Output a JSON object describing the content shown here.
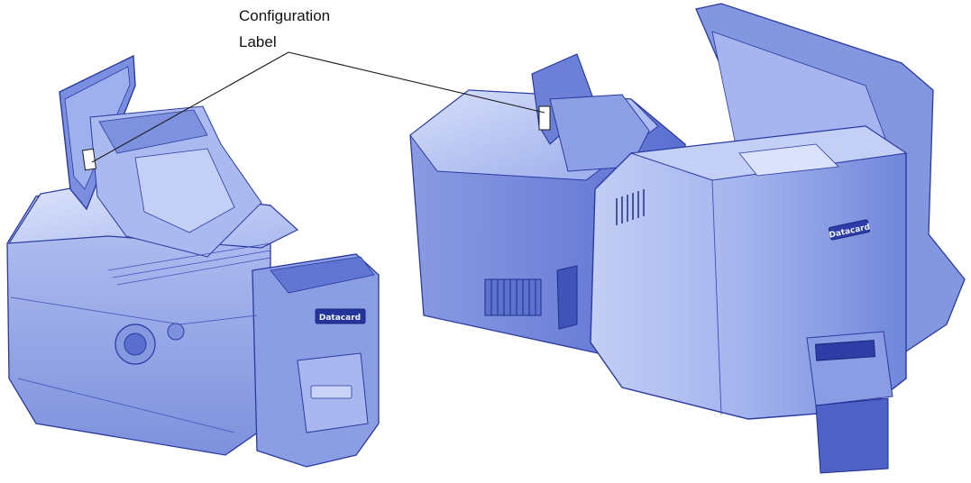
{
  "callout": {
    "line1": "Configuration",
    "line2": "Label"
  },
  "printer_left": {
    "brand_badge": "Datacard"
  },
  "printer_right": {
    "brand_badge": "Datacard"
  },
  "colors": {
    "body_light": "#c9d3f2",
    "body_mid": "#8e9fe4",
    "body_dark": "#4f63c8",
    "outline": "#2a3aa0",
    "label_fill": "#ffffff"
  }
}
